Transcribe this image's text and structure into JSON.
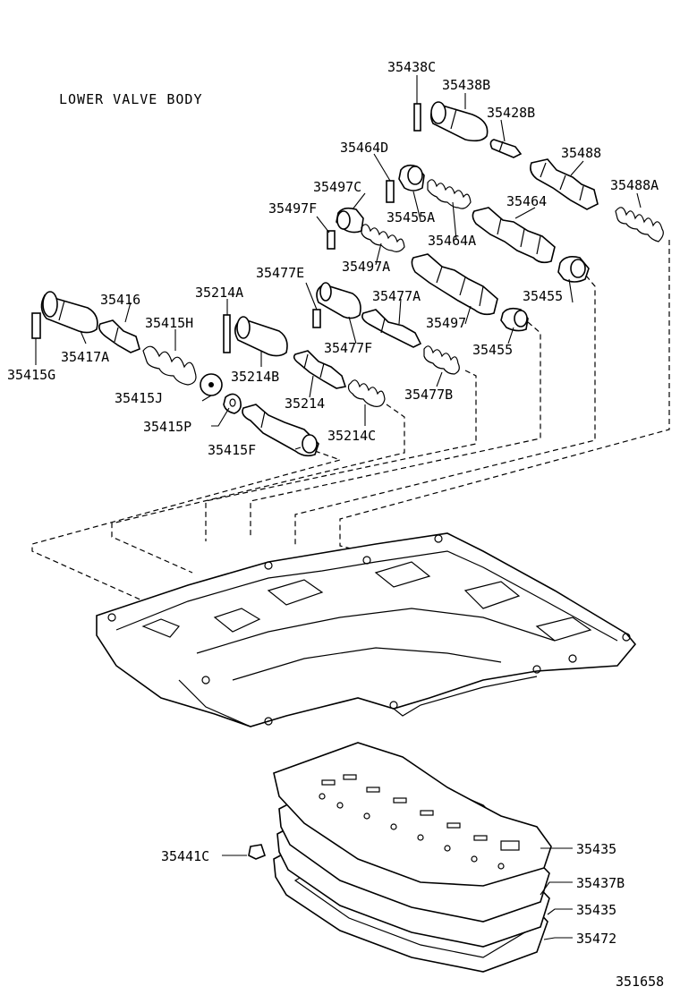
{
  "title": "LOWER VALVE BODY",
  "figure_number": "351658",
  "colors": {
    "line": "#000000",
    "background": "#ffffff"
  },
  "labels": {
    "p35438C": "35438C",
    "p35438B": "35438B",
    "p35428B": "35428B",
    "p35464D": "35464D",
    "p35488": "35488",
    "p35497C": "35497C",
    "p35488A": "35488A",
    "p35497F": "35497F",
    "p35464": "35464",
    "p35455A": "35455A",
    "p35464A": "35464A",
    "p35497A": "35497A",
    "p35477E": "35477E",
    "p35214A": "35214A",
    "p35477A": "35477A",
    "p35455_top": "35455",
    "p35416": "35416",
    "p35415H": "35415H",
    "p35497": "35497",
    "p35477F": "35477F",
    "p35417A": "35417A",
    "p35455_low": "35455",
    "p35415G": "35415G",
    "p35214B": "35214B",
    "p35477B": "35477B",
    "p35415J": "35415J",
    "p35214": "35214",
    "p35415P": "35415P",
    "p35214C": "35214C",
    "p35415F": "35415F",
    "p35441C": "35441C",
    "p35435_top": "35435",
    "p35437B": "35437B",
    "p35435_low": "35435",
    "p35472": "35472"
  }
}
